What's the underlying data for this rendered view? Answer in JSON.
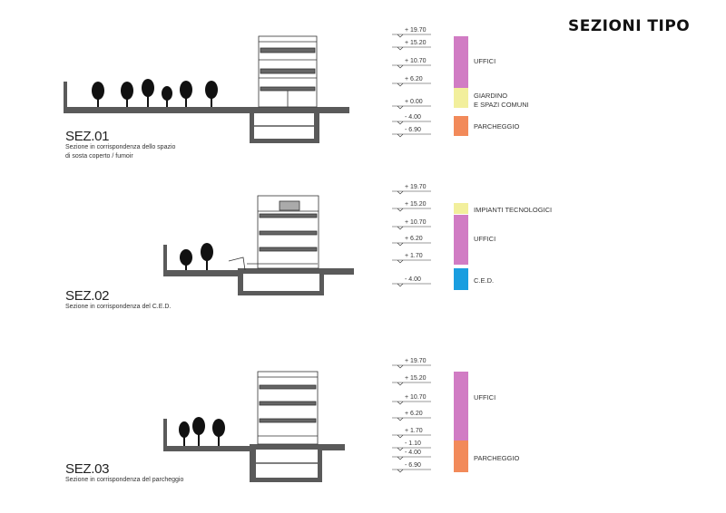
{
  "title": "SEZIONI TIPO",
  "colors": {
    "uffici": "#d17cc4",
    "giardino": "#f2ef9c",
    "parcheggio": "#f28a5a",
    "ced": "#1a9ee0",
    "impianti": "#f2ef9c",
    "ground": "#5a5a5a",
    "tree": "#111111"
  },
  "sections": [
    {
      "id": "sez01",
      "label": "SEZ.01",
      "description": "Sezione in corrispondenza dello spazio\ndi sosta coperto / fumoir",
      "elevations": [
        "+ 19.70",
        "+ 15.20",
        "+ 10.70",
        "+ 6.20",
        "+ 0.00",
        "- 4.00",
        "- 6.90"
      ],
      "legend": [
        {
          "label": "UFFICI",
          "color_key": "uffici"
        },
        {
          "label": "GIARDINO\nE SPAZI COMUNI",
          "color_key": "giardino"
        },
        {
          "label": "PARCHEGGIO",
          "color_key": "parcheggio"
        }
      ]
    },
    {
      "id": "sez02",
      "label": "SEZ.02",
      "description": "Sezione in corrispondenza del C.E.D.",
      "elevations": [
        "+ 19.70",
        "+ 15.20",
        "+ 10.70",
        "+ 6.20",
        "+ 1.70",
        "- 4.00"
      ],
      "legend": [
        {
          "label": "IMPIANTI TECNOLOGICI",
          "color_key": "impianti"
        },
        {
          "label": "UFFICI",
          "color_key": "uffici"
        },
        {
          "label": "C.E.D.",
          "color_key": "ced"
        }
      ]
    },
    {
      "id": "sez03",
      "label": "SEZ.03",
      "description": "Sezione in corrispondenza del parcheggio",
      "elevations": [
        "+ 19.70",
        "+ 15.20",
        "+ 10.70",
        "+ 6.20",
        "+ 1.70",
        "- 1.10",
        "- 4.00",
        "- 6.90"
      ],
      "legend": [
        {
          "label": "UFFICI",
          "color_key": "uffici"
        },
        {
          "label": "PARCHEGGIO",
          "color_key": "parcheggio"
        }
      ]
    }
  ]
}
